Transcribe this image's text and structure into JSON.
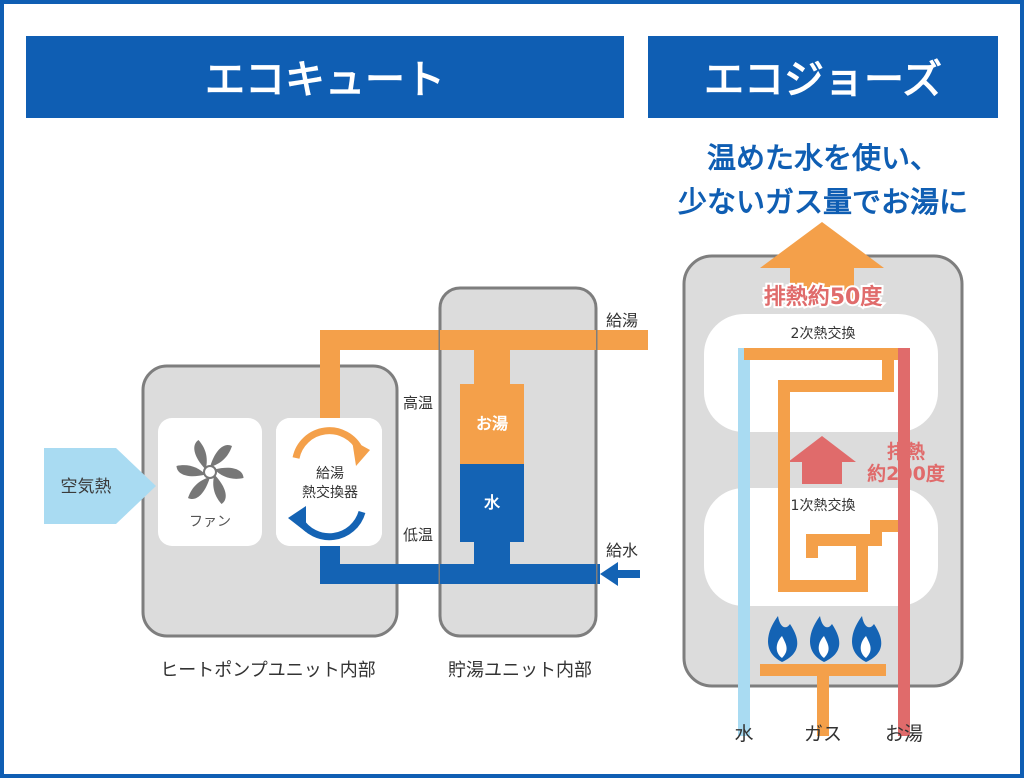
{
  "left_title": "エコキュート",
  "right_title": "エコジョーズ",
  "tagline_line1": "温めた水を使い、",
  "tagline_line2": "少ないガス量でお湯に",
  "heatpump": {
    "air_heat": "空気熱",
    "fan": "ファン",
    "exchanger_line1": "給湯",
    "exchanger_line2": "熱交換器",
    "caption": "ヒートポンプユニット内部"
  },
  "tank": {
    "hot_water": "お湯",
    "water": "水",
    "caption": "貯湯ユニット内部"
  },
  "pipes": {
    "high_temp": "高温",
    "low_temp": "低温",
    "supply_hot": "給湯",
    "supply_water": "給水"
  },
  "ecojozu": {
    "exhaust_50": "排熱約50度",
    "secondary_exchange": "2次熱交換",
    "exhaust_200_line1": "排熱",
    "exhaust_200_line2": "約200度",
    "primary_exchange": "1次熱交換",
    "label_water": "水",
    "label_gas": "ガス",
    "label_hot": "お湯"
  },
  "colors": {
    "frame": "#0f5eb3",
    "header": "#0f5eb3",
    "orange": "#f4a04a",
    "blue": "#1463b4",
    "light_blue": "#a9dbf2",
    "red": "#e06b6b",
    "gray_box": "#dcdcdc",
    "gray_border": "#7e7e7e"
  }
}
